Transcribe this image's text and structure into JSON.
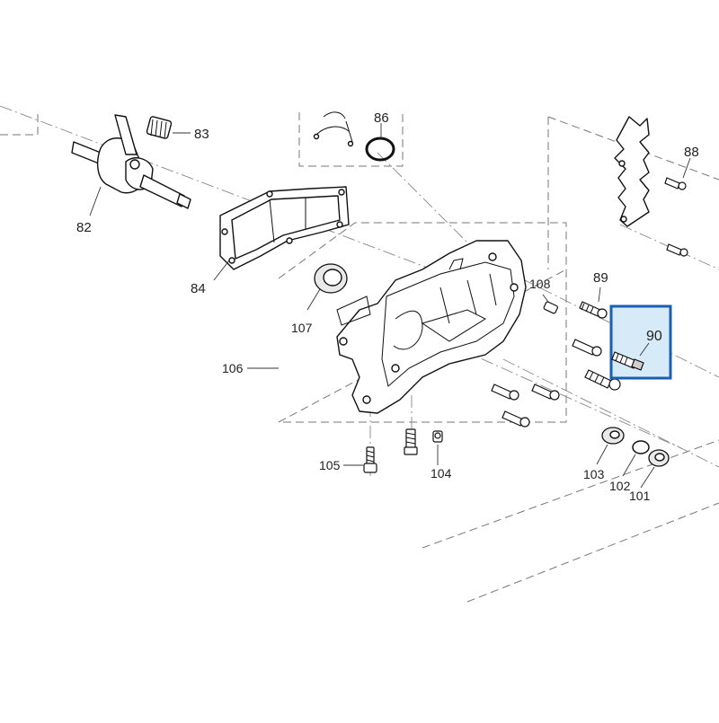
{
  "diagram": {
    "highlight_color": "#1a5fb4",
    "highlight_fill": "#d6eaf8",
    "highlighted_part": "90",
    "parts": {
      "p82": "82",
      "p83": "83",
      "p84": "84",
      "p86": "86",
      "p88": "88",
      "p89": "89",
      "p90": "90",
      "p101": "101",
      "p102": "102",
      "p103": "103",
      "p104": "104",
      "p105": "105",
      "p106": "106",
      "p107": "107",
      "p108": "108"
    }
  }
}
